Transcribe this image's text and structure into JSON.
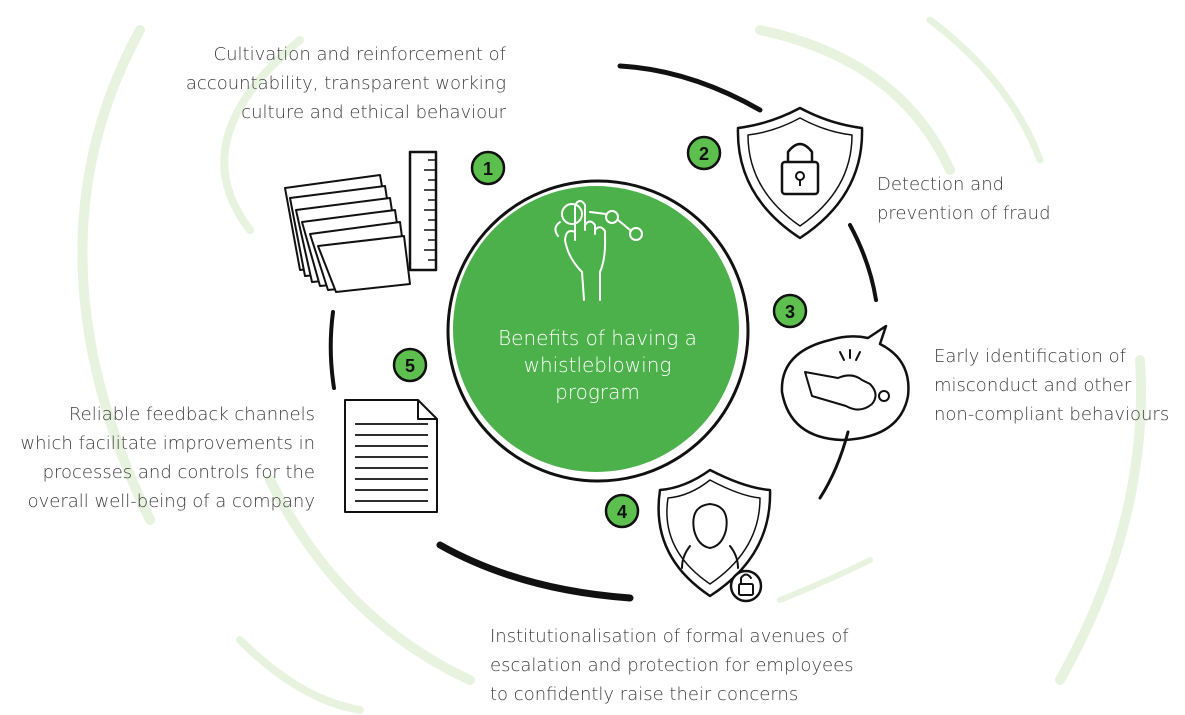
{
  "center": {
    "text": "Benefits of having a\nwhistleblowing\nprogram"
  },
  "steps": [
    {
      "number": "1",
      "icon": "documents-ruler-icon",
      "text": "Cultivation and reinforcement of\naccountability, transparent working\nculture and ethical behaviour"
    },
    {
      "number": "2",
      "icon": "shield-lock-icon",
      "text": "Detection and\nprevention of fraud"
    },
    {
      "number": "3",
      "icon": "whistle-speech-bubble-icon",
      "text": "Early identification of\nmisconduct and other\nnon-compliant behaviours"
    },
    {
      "number": "4",
      "icon": "shield-person-lock-icon",
      "text": "Institutionalisation of formal avenues of\nescalation and protection for employees\nto confidently raise their concerns"
    },
    {
      "number": "5",
      "icon": "document-lines-icon",
      "text": "Reliable feedback channels\nwhich facilitate improvements in\nprocesses and controls for the\noverall well-being of a company"
    }
  ],
  "colors": {
    "green": "#4cb14a",
    "badge_green": "#5cbf4e",
    "arc": "#111111",
    "swoosh": "#e6f2dc",
    "text": "#3d3d3d"
  }
}
